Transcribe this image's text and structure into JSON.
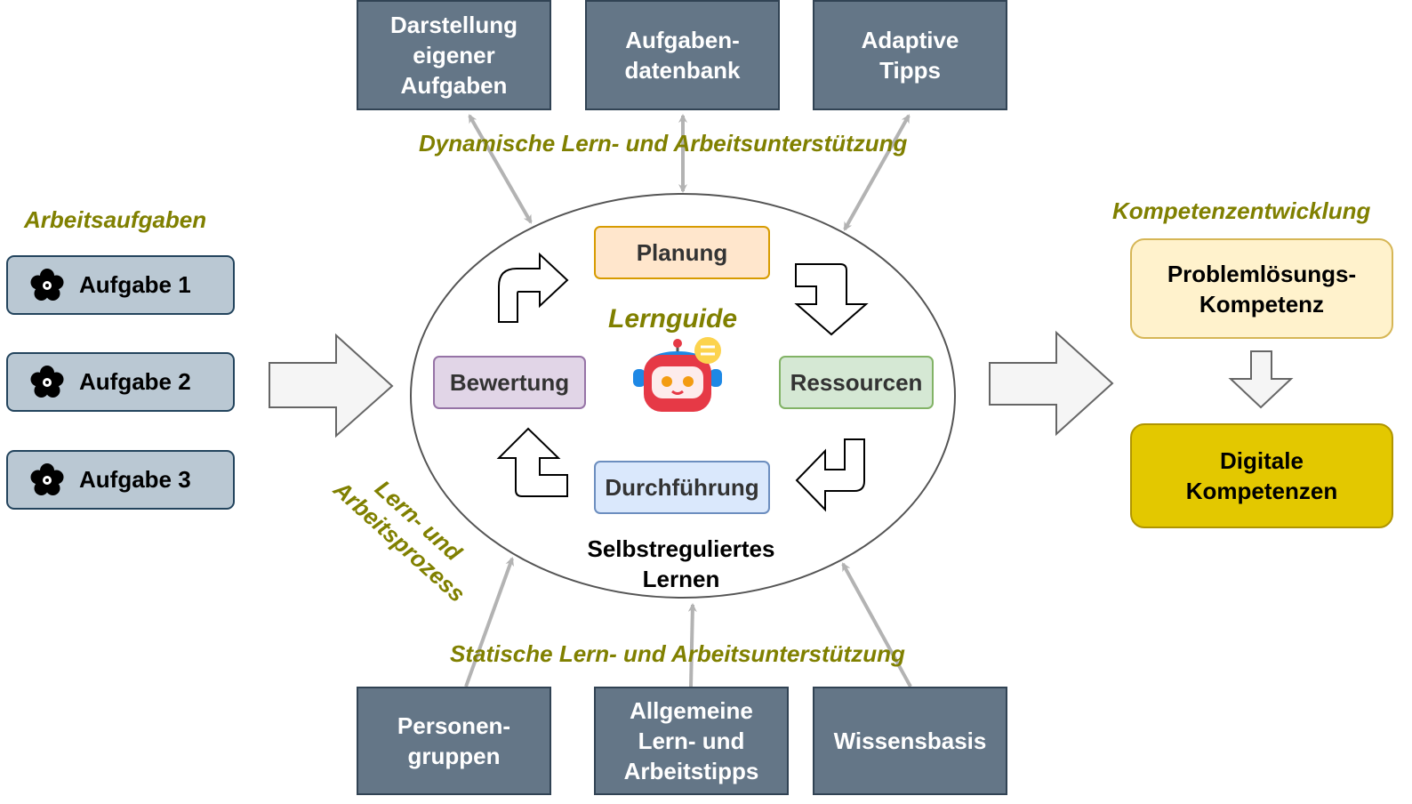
{
  "top_boxes": {
    "box1": "Darstellung\neigener\nAufgaben",
    "box2": "Aufgaben-\ndatenbank",
    "box3": "Adaptive\nTipps"
  },
  "bottom_boxes": {
    "box1": "Personen-\ngruppen",
    "box2": "Allgemeine\nLern- und\nArbeitstipps",
    "box3": "Wissensbasis"
  },
  "labels": {
    "dynamic": "Dynamische Lern- und Arbeitsunterstützung",
    "static": "Statische Lern- und Arbeitsunterstützung",
    "tasks_title": "Arbeitsaufgaben",
    "process": "Lern- und\nArbeitsprozess",
    "competence_title": "Kompetenzentwicklung"
  },
  "tasks": [
    "Aufgabe 1",
    "Aufgabe 2",
    "Aufgabe 3"
  ],
  "cycle": {
    "title": "Lernguide",
    "planning": "Planung",
    "resources": "Ressourcen",
    "execution": "Durchführung",
    "evaluation": "Bewertung",
    "caption": "Selbstreguliertes\nLernen"
  },
  "competences": {
    "problem_solving": "Problemlösungs-\nKompetenz",
    "digital": "Digitale\nKompetenzen"
  },
  "colors": {
    "dark_box": "#647687",
    "task_box": "#bac8d3",
    "label_olive": "#808000",
    "planning": "#ffe6cc",
    "resources": "#d5e8d4",
    "execution": "#dae8fc",
    "evaluation": "#e1d5e7",
    "problem_solving": "#fff2cc",
    "digital": "#e3c800"
  },
  "icons": [
    "flower-icon",
    "robot-icon",
    "turn-arrow-icon",
    "block-arrow-icon"
  ]
}
